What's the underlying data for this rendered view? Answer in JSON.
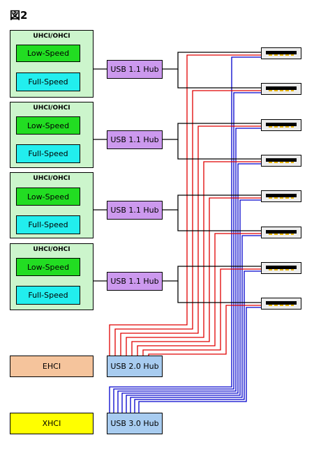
{
  "figure": {
    "title": "図2"
  },
  "groups": [
    {
      "controller": "UHCI/OHCI",
      "low": "Low-Speed",
      "full": "Full-Speed",
      "hub": "USB 1.1 Hub"
    },
    {
      "controller": "UHCI/OHCI",
      "low": "Low-Speed",
      "full": "Full-Speed",
      "hub": "USB 1.1 Hub"
    },
    {
      "controller": "UHCI/OHCI",
      "low": "Low-Speed",
      "full": "Full-Speed",
      "hub": "USB 1.1 Hub"
    },
    {
      "controller": "UHCI/OHCI",
      "low": "Low-Speed",
      "full": "Full-Speed",
      "hub": "USB 1.1 Hub"
    }
  ],
  "ehci": {
    "label": "EHCI",
    "hub": "USB 2.0 Hub"
  },
  "xhci": {
    "label": "XHCI",
    "hub": "USB 3.0 Hub"
  },
  "port_count": 8,
  "colors": {
    "usb11_line": "#000000",
    "usb20_line": "#e00000",
    "usb30_line": "#0000cc",
    "controller_bg": "#ccf5cc",
    "low_speed": "#22dd22",
    "full_speed": "#22eeee",
    "usb11_hub": "#cc99ee",
    "usb2_3_hub": "#a8ccf0",
    "ehci": "#f5c49c",
    "xhci": "#ffff00"
  }
}
